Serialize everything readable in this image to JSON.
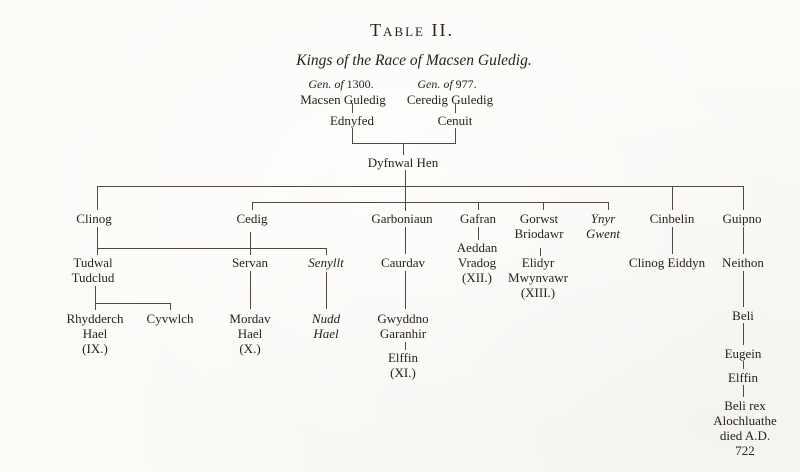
{
  "page": {
    "title": "Table II.",
    "subtitle": "Kings of the Race of Macsen Guledig."
  },
  "ancestors": {
    "macsen_note_prefix": "Gen. of",
    "macsen_note_value": "1300.",
    "macsen": "Macsen Guledig",
    "ceredig_note_prefix": "Gen. of",
    "ceredig_note_value": "977.",
    "ceredig": "Ceredig Guledig",
    "ednyfed": "Ednyfed",
    "cenuit": "Cenuit",
    "dyfnwal": "Dyfnwal Hen"
  },
  "nodes": {
    "clinog": "Clinog",
    "cedig": "Cedig",
    "garboniaun": "Garboniaun",
    "gafran": "Gafran",
    "gorwst": "Gorwst\nBriodawr",
    "ynyr": "Ynyr\nGwent",
    "cinbelin": "Cinbelin",
    "guipno": "Guipno",
    "tudwal": "Tudwal\nTudclud",
    "servan": "Servan",
    "senyllt": "Senyllt",
    "caurdav": "Caurdav",
    "aeddan": "Aeddan\nVradog\n(XII.)",
    "elidyr": "Elidyr\nMwynvawr\n(XIII.)",
    "clinog_eiddyn": "Clinog Eiddyn",
    "neithon": "Neithon",
    "rhydderch": "Rhydderch\nHael\n(IX.)",
    "cyvwlch": "Cyvwlch",
    "mordav": "Mordav\nHael\n(X.)",
    "nudd": "Nudd\nHael",
    "gwyddno": "Gwyddno\nGaranhir",
    "elffin_xi": "Elffin\n(XI.)",
    "beli": "Beli",
    "eugein": "Eugein",
    "elffin": "Elffin",
    "beli_rex": "Beli rex\nAlochluathe\ndied A.D. 722"
  }
}
